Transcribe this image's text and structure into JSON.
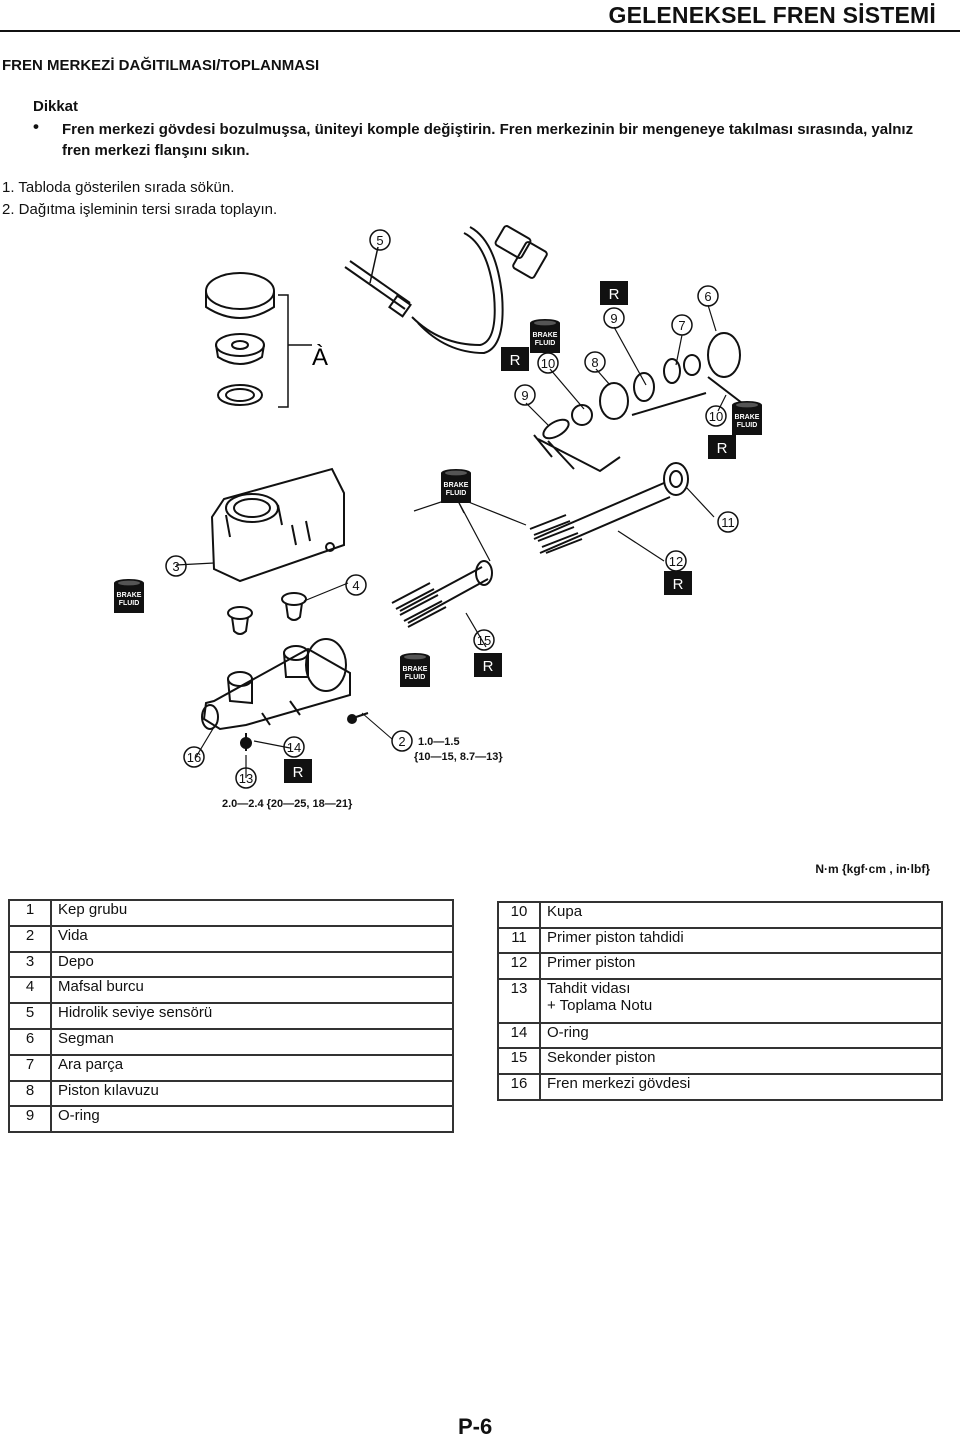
{
  "header": {
    "title": "GELENEKSEL FREN SİSTEMİ"
  },
  "section": {
    "title": "FREN MERKEZİ DAĞITILMASI/TOPLANMASI"
  },
  "caution": {
    "label": "Dikkat",
    "bullet": "•",
    "text": "Fren merkezi gövdesi bozulmuşsa, üniteyi komple değiştirin. Fren merkezinin bir mengeneye takılması sırasında, yalnız fren merkezi flanşını sıkın."
  },
  "steps": [
    "1. Tabloda gösterilen sırada sökün.",
    "2. Dağıtma işleminin tersi sırada toplayın."
  ],
  "diagram": {
    "marker_a": "À",
    "callouts": [
      "5",
      "6",
      "9",
      "7",
      "10",
      "8",
      "9",
      "10",
      "11",
      "3",
      "4",
      "12",
      "15",
      "16",
      "14",
      "13",
      "2"
    ],
    "r_badge": "R",
    "brake_fluid_line1": "BRAKE",
    "brake_fluid_line2": "FLUID",
    "torque_screw_line1": "1.0—1.5",
    "torque_screw_line2": "{10—15, 8.7—13}",
    "torque_bolt": "2.0—2.4 {20—25, 18—21}"
  },
  "units_label": "N·m {kgf·cm , in·lbf}",
  "parts_left": [
    {
      "num": "1",
      "name": "Kep grubu"
    },
    {
      "num": "2",
      "name": "Vida"
    },
    {
      "num": "3",
      "name": "Depo"
    },
    {
      "num": "4",
      "name": "Mafsal burcu"
    },
    {
      "num": "5",
      "name": "Hidrolik seviye sensörü"
    },
    {
      "num": "6",
      "name": "Segman"
    },
    {
      "num": "7",
      "name": "Ara parça"
    },
    {
      "num": "8",
      "name": "Piston kılavuzu"
    },
    {
      "num": "9",
      "name": "O-ring"
    }
  ],
  "parts_right": [
    {
      "num": "10",
      "name": "Kupa"
    },
    {
      "num": "11",
      "name": "Primer piston tahdidi"
    },
    {
      "num": "12",
      "name": "Primer piston"
    },
    {
      "num": "13",
      "name": "Tahdit vidası",
      "note": "+ Toplama Notu"
    },
    {
      "num": "14",
      "name": "O-ring"
    },
    {
      "num": "15",
      "name": "Sekonder piston"
    },
    {
      "num": "16",
      "name": "Fren merkezi gövdesi"
    }
  ],
  "page_number": "P-6"
}
